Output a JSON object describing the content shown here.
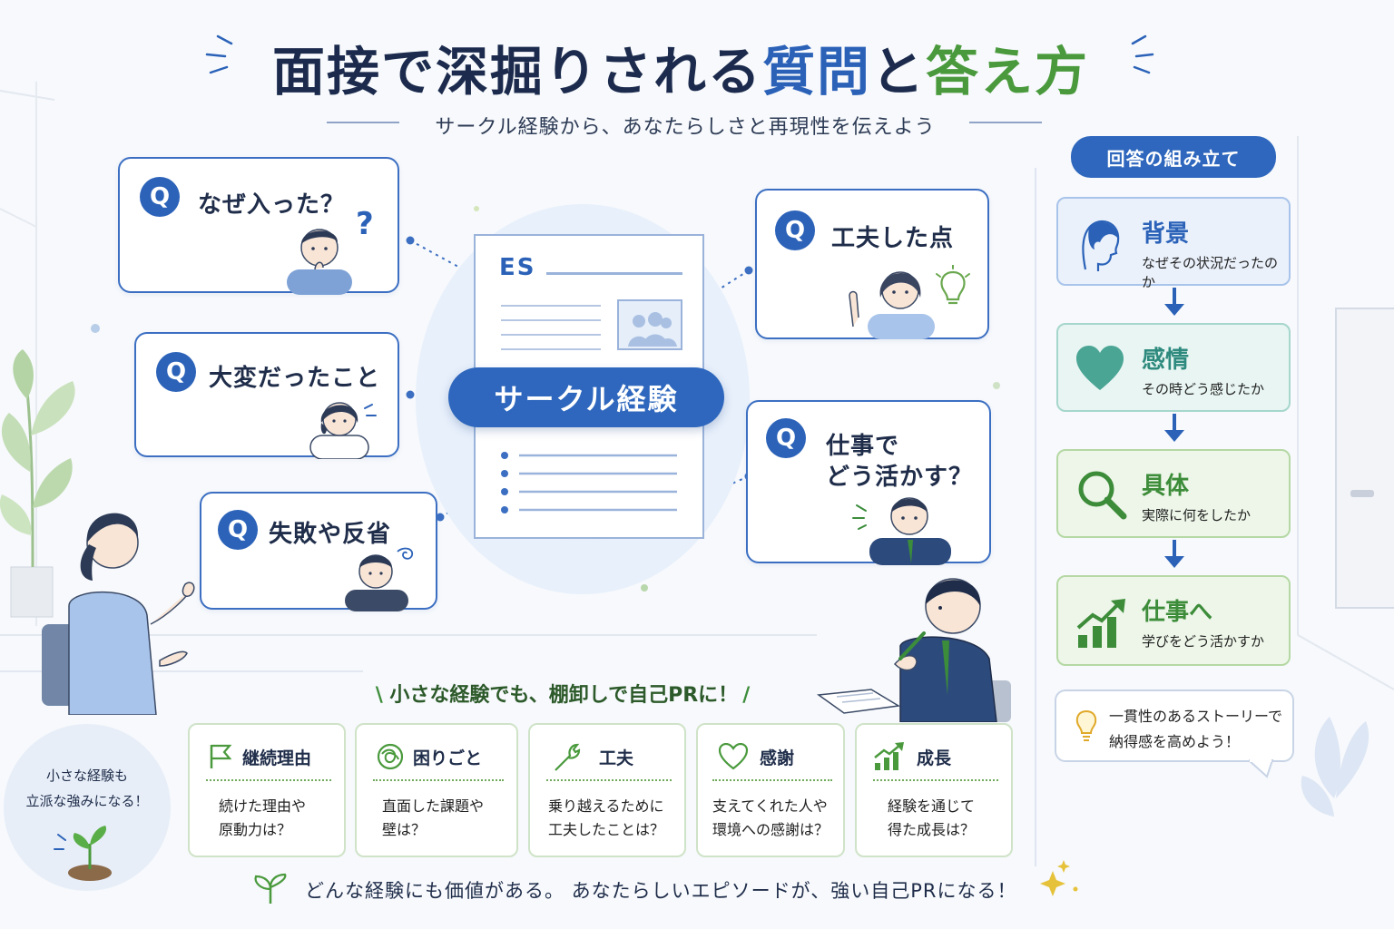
{
  "title": {
    "part1": "面接で深掘りされる",
    "part2": "質問",
    "part3": "と",
    "part4": "答え方"
  },
  "subtitle": "サークル経験から、あなたらしさと再現性を伝えよう",
  "questions": [
    {
      "badge": "Q",
      "text": "なぜ入った？"
    },
    {
      "badge": "Q",
      "text": "大変だったこと"
    },
    {
      "badge": "Q",
      "text": "失敗や反省"
    },
    {
      "badge": "Q",
      "text": "工夫した点"
    },
    {
      "badge": "Q",
      "text_line1": "仕事で",
      "text_line2": "どう活かす？"
    }
  ],
  "document": {
    "es_label": "ES",
    "center_label": "サークル経験"
  },
  "answer_panel": {
    "title": "回答の組み立て",
    "steps": [
      {
        "heading": "背景",
        "sub": "なぜその状況だったのか",
        "icon": "person-profile-icon",
        "color": "#2b62b8"
      },
      {
        "heading": "感情",
        "sub": "その時どう感じたか",
        "icon": "heart-icon",
        "color": "#2e8a7e"
      },
      {
        "heading": "具体",
        "sub": "実際に何をしたか",
        "icon": "magnifier-icon",
        "color": "#3d8c3a"
      },
      {
        "heading": "仕事へ",
        "sub": "学びをどう活かすか",
        "icon": "growth-chart-icon",
        "color": "#3d8c3a"
      }
    ],
    "tip_line1": "一貫性のあるストーリーで",
    "tip_line2": "納得感を高めよう！"
  },
  "inventory_heading": "小さな経験でも、棚卸しで自己PRに！",
  "inventory_cards": [
    {
      "title": "継続理由",
      "icon": "flag-icon",
      "body_line1": "続けた理由や",
      "body_line2": "原動力は？"
    },
    {
      "title": "困りごと",
      "icon": "tangle-icon",
      "body_line1": "直面した課題や",
      "body_line2": "壁は？"
    },
    {
      "title": "工夫",
      "icon": "wrench-icon",
      "body_line1": "乗り越えるために",
      "body_line2": "工夫したことは？"
    },
    {
      "title": "感謝",
      "icon": "heart-outline-icon",
      "body_line1": "支えてくれた人や",
      "body_line2": "環境への感謝は？"
    },
    {
      "title": "成長",
      "icon": "growth-chart-icon",
      "body_line1": "経験を通じて",
      "body_line2": "得た成長は？"
    }
  ],
  "sprout_badge": {
    "line1": "小さな経験も",
    "line2": "立派な強みになる！"
  },
  "footer": "どんな経験にも価値がある。 あなたらしいエピソードが、強い自己PRになる！"
}
